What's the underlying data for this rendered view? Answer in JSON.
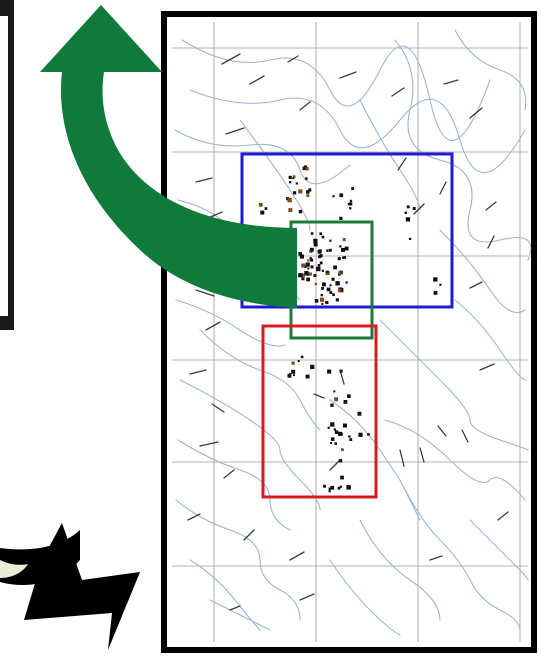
{
  "colors": {
    "frame": "#000000",
    "rivers": "#9ab6d6",
    "grid": "#9a9a9a",
    "labels": "#3a3a3a",
    "points": "#111111",
    "blue_box": "#1c1cd0",
    "green_box": "#1f7a3a",
    "red_box": "#d81c1c",
    "green_arrow": "#0f7a3a",
    "black_arrow": "#000000"
  },
  "icons": {
    "green_arrow": "curved-arrow-up-left-icon",
    "black_arrow": "curved-arrow-right-icon"
  },
  "regions": [
    {
      "id": "blue",
      "color_key": "blue_box"
    },
    {
      "id": "green",
      "color_key": "green_box"
    },
    {
      "id": "red",
      "color_key": "red_box"
    }
  ]
}
